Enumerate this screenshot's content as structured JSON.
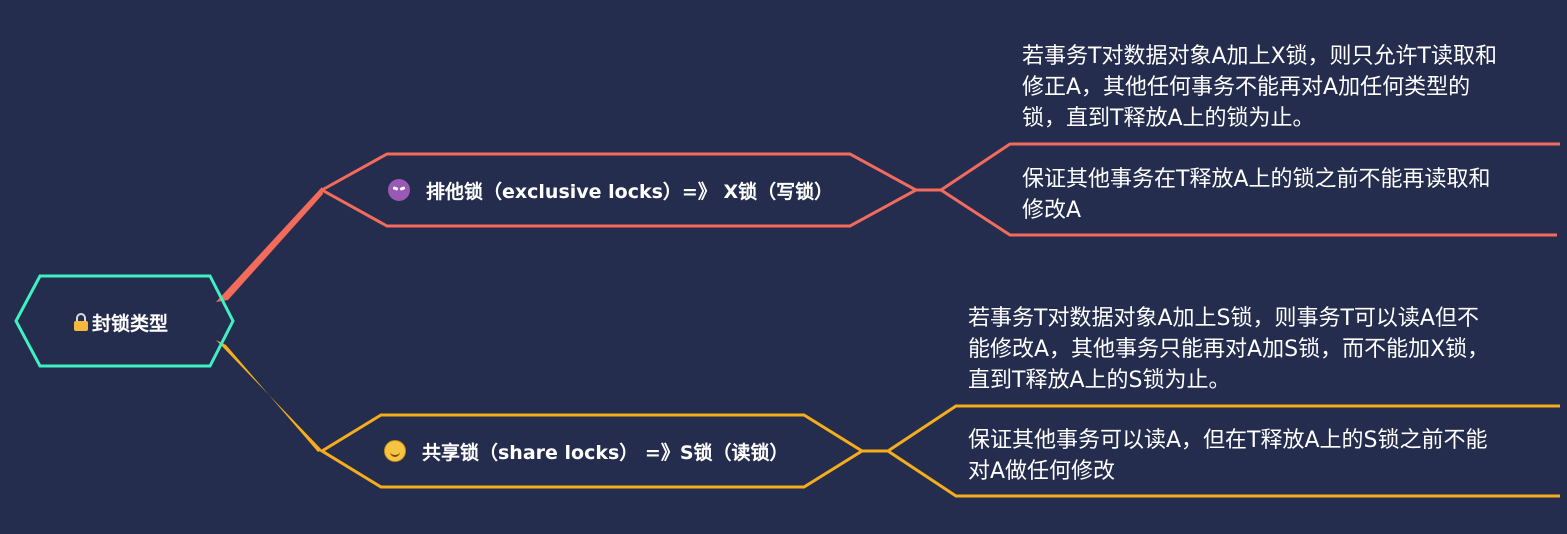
{
  "root": {
    "label": "封锁类型",
    "icon": "lock-icon"
  },
  "branches": [
    {
      "label": "排他锁（exclusive locks）=》 X锁（写锁）",
      "icon": "devil-emoji-icon",
      "color": "#f26b5b",
      "descriptions": [
        [
          "若事务T对数据对象A加上X锁，则只允许T读取和",
          "修正A，其他任何事务不能再对A加任何类型的",
          "锁，直到T释放A上的锁为止。"
        ],
        [
          "保证其他事务在T释放A上的锁之前不能再读取和",
          "修改A"
        ]
      ]
    },
    {
      "label": "共享锁（share locks） =》S锁（读锁）",
      "icon": "smile-emoji-icon",
      "color": "#f5ad1c",
      "descriptions": [
        [
          "若事务T对数据对象A加上S锁，则事务T可以读A但不",
          "能修改A，其他事务只能再对A加S锁，而不能加X锁，",
          "直到T释放A上的S锁为止。"
        ],
        [
          "保证其他事务可以读A，但在T释放A上的S锁之前不能",
          "对A做任何修改"
        ]
      ]
    }
  ],
  "colors": {
    "background": "#252d4f",
    "root_border": "#3ff0c0"
  }
}
